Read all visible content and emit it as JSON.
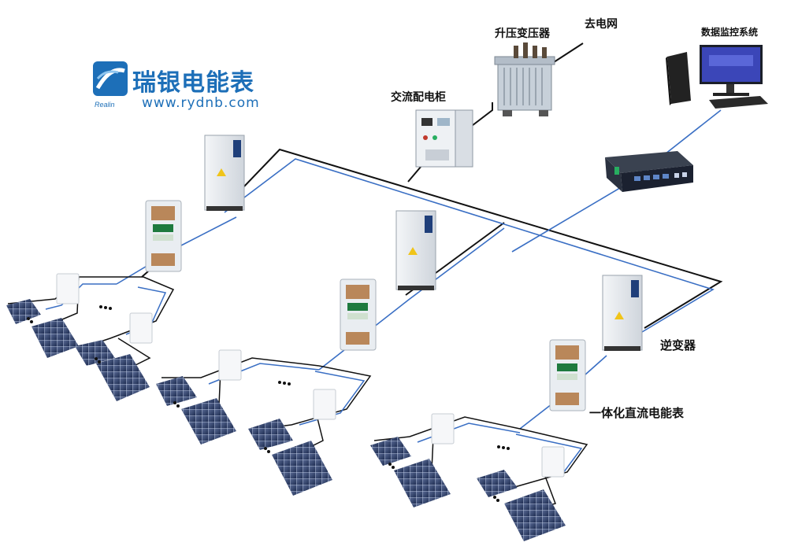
{
  "brand": {
    "name": "瑞银电能表",
    "url": "www.rydnb.com",
    "sub": "Realin"
  },
  "labels": {
    "step_up_transformer": "升压变压器",
    "to_grid": "去电网",
    "monitoring_system": "数据监控系统",
    "ac_cabinet": "交流配电柜",
    "inverter": "逆变器",
    "dc_meter": "一体化直流电能表"
  },
  "colors": {
    "brand": "#1d6fb8",
    "dc_wire": "#3a6fc4",
    "ac_wire": "#111111"
  }
}
